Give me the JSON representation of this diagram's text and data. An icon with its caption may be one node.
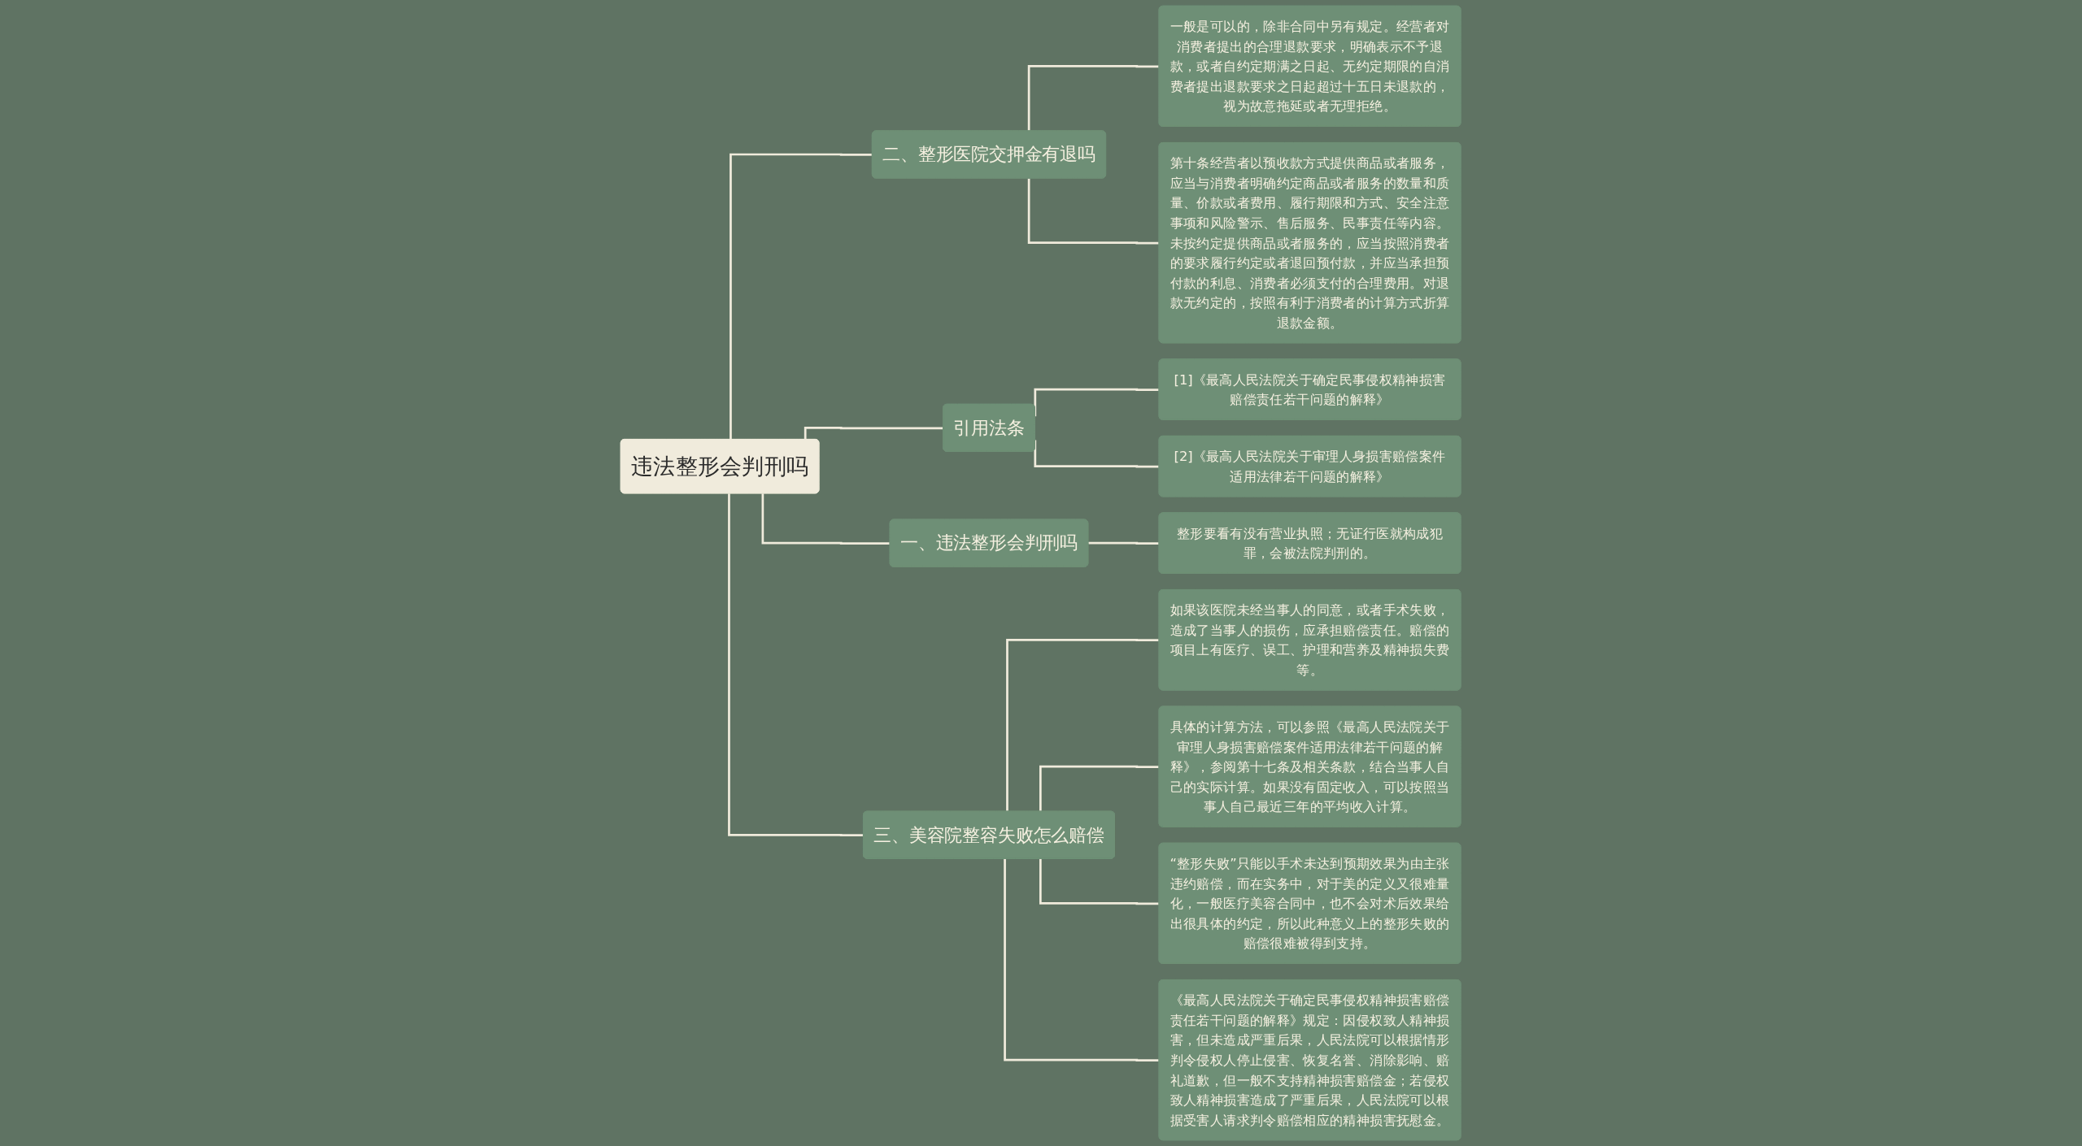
{
  "diagram": {
    "nodes": [
      {
        "text": [
          "违法整形会判刑吗"
        ]
      },
      {
        "text": [
          "二、整形医院交押金有退吗"
        ]
      },
      {
        "text": [
          "一般是可以的，除非合同中另有规定。经营者对消费者提出的合理退款要求，明确表示不予退款，或者自约定期满之日起、无约定期限的自消费者提出退款要求之日起超过十五日未退款的，视为故意拖延或者无理拒绝。"
        ]
      },
      {
        "text": [
          "第十条经营者以预收款方式提供商品或者服务，应当与消费者明确约定商品或者服务的数量和质量、价款或者费用、履行期限和方式、安全注意事项和风险警示、售后服务、民事责任等内容。未按约定提供商品或者服务的，应当按照消费者的要求履行约定或者退回预付款，并应当承担预付款的利息、消费者必须支付的合理费用。对退款无约定的，按照有利于消费者的计算方式折算退款金额。"
        ]
      },
      {
        "text": [
          "引用法条"
        ]
      },
      {
        "text": [
          "[1]《最高人民法院关于确定民事侵权精神损害赔偿责任若干问题的解释》"
        ]
      },
      {
        "text": [
          "[2]《最高人民法院关于审理人身损害赔偿案件适用法律若干问题的解释》"
        ]
      },
      {
        "text": [
          "一、违法整形会判刑吗"
        ]
      },
      {
        "text": [
          "整形要看有没有营业执照；无证行医就构成犯罪，会被法院判刑的。"
        ]
      },
      {
        "text": [
          "三、美容院整容失败怎么赔偿"
        ]
      },
      {
        "text": [
          "如果该医院未经当事人的同意，或者手术失败，造成了当事人的损伤，应承担赔偿责任。赔偿的项目上有医疗、误工、护理和营养及精神损失费等。"
        ]
      },
      {
        "text": [
          "具体的计算方法，可以参照《最高人民法院关于审理人身损害赔偿案件适用法律若干问题的解释》，参阅第十七条及相关条款，结合当事人自己的实际计算。如果没有固定收入，可以按照当事人自己最近三年的平均收入计算。"
        ]
      },
      {
        "text": [
          "“整形失败”只能以手术未达到预期效果为由主张违约赔偿，而在实务中，对于美的定义又很难量化，一般医疗美容合同中，也不会对术后效果给出很具体的约定，所以此种意义上的整形失败的赔偿很难被得到支持。"
        ]
      },
      {
        "text": [
          "《最高人民法院关于确定民事侵权精神损害赔偿责任若干问题的解释》规定：因侵权致人精神损害，但未造成严重后果，人民法院可以根据情形判令侵权人停止侵害、恢复名誉、消除影响、赔礼道歉，但一般不支持精神损害赔偿金；若侵权致人精神损害造成了严重后果，人民法院可以根据受害人请求判令赔偿相应的精神损害抚慰金。"
        ]
      }
    ],
    "edges": [
      {
        "from": 0,
        "to": 1,
        "arrow": "none"
      },
      {
        "from": 1,
        "to": 2,
        "arrow": "none"
      },
      {
        "from": 1,
        "to": 3,
        "arrow": "none"
      },
      {
        "from": 0,
        "to": 4,
        "arrow": "none"
      },
      {
        "from": 4,
        "to": 5,
        "arrow": "none"
      },
      {
        "from": 4,
        "to": 6,
        "arrow": "none"
      },
      {
        "from": 0,
        "to": 7,
        "arrow": "none"
      },
      {
        "from": 7,
        "to": 8,
        "arrow": "none"
      },
      {
        "from": 0,
        "to": 9,
        "arrow": "none"
      },
      {
        "from": 9,
        "to": 10,
        "arrow": "none"
      },
      {
        "from": 9,
        "to": 11,
        "arrow": "none"
      },
      {
        "from": 9,
        "to": 12,
        "arrow": "none"
      },
      {
        "from": 9,
        "to": 13,
        "arrow": "none"
      }
    ]
  }
}
